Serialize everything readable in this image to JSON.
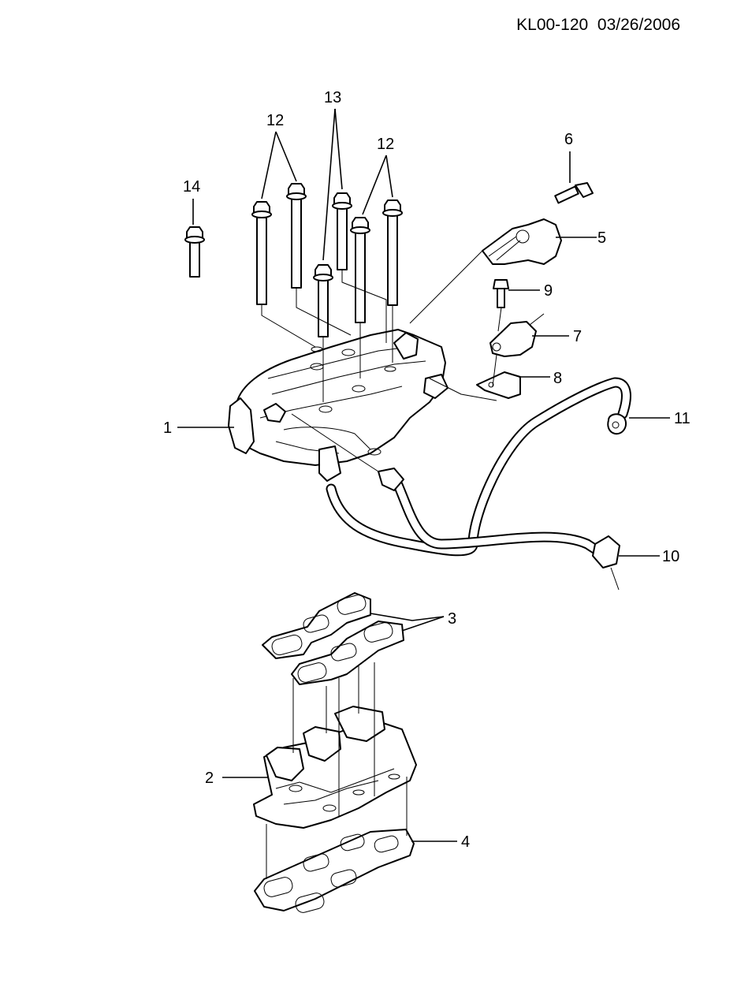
{
  "header": {
    "diagram_code": "KL00-120",
    "date": "03/26/2006"
  },
  "callouts": {
    "c1": "1",
    "c2": "2",
    "c3": "3",
    "c4": "4",
    "c5": "5",
    "c6": "6",
    "c7": "7",
    "c8": "8",
    "c9": "9",
    "c10": "10",
    "c11": "11",
    "c12a": "12",
    "c12b": "12",
    "c13": "13",
    "c14": "14"
  }
}
